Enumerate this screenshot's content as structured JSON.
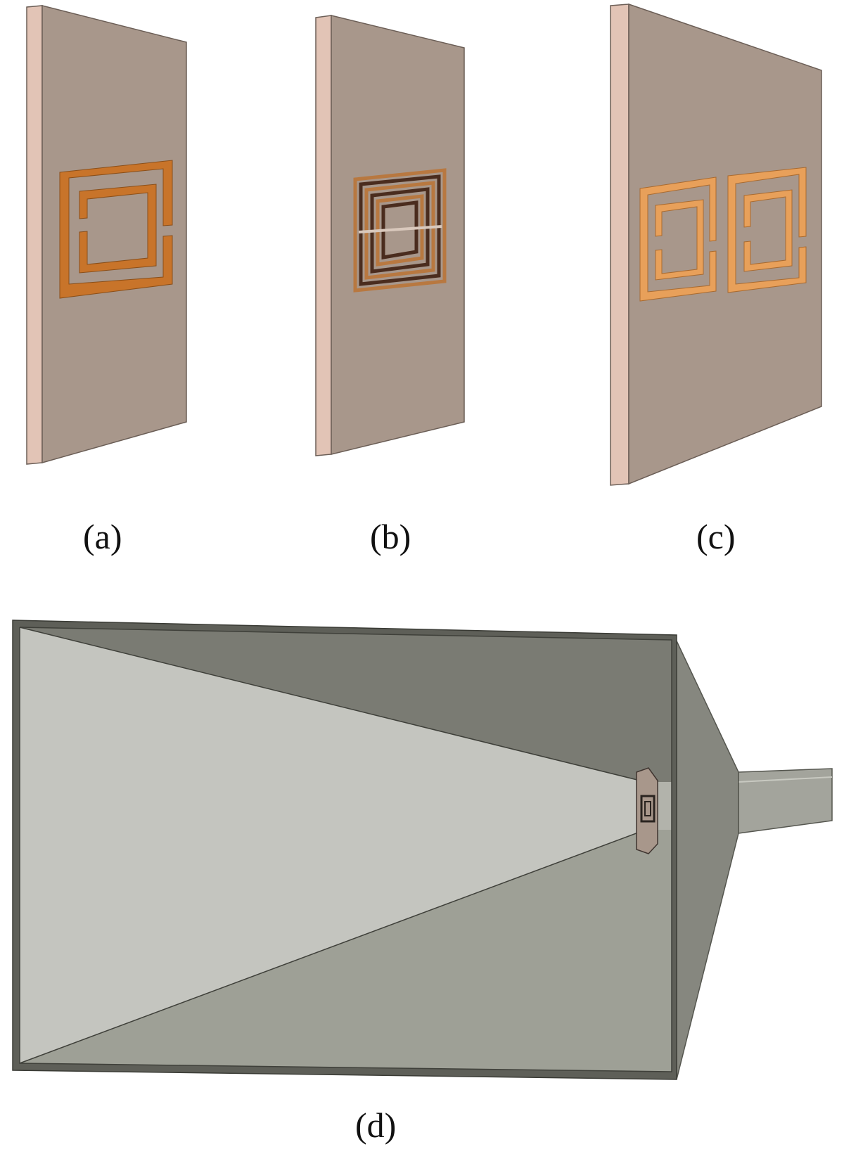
{
  "captions": {
    "a": "(a)",
    "b": "(b)",
    "c": "(c)",
    "d": "(d)"
  },
  "colors": {
    "substrate_face": "#a8978b",
    "substrate_edge": "#e2c4b6",
    "copper_a": "#c8742a",
    "copper_b_dark": "#4a2c1e",
    "copper_b": "#b87840",
    "copper_c": "#e8a05a",
    "horn_light": "#c4c5bf",
    "horn_top": "#7a7b73",
    "horn_bottom": "#9ea096",
    "horn_flare": "#86877f",
    "waveguide": "#a3a49c"
  }
}
